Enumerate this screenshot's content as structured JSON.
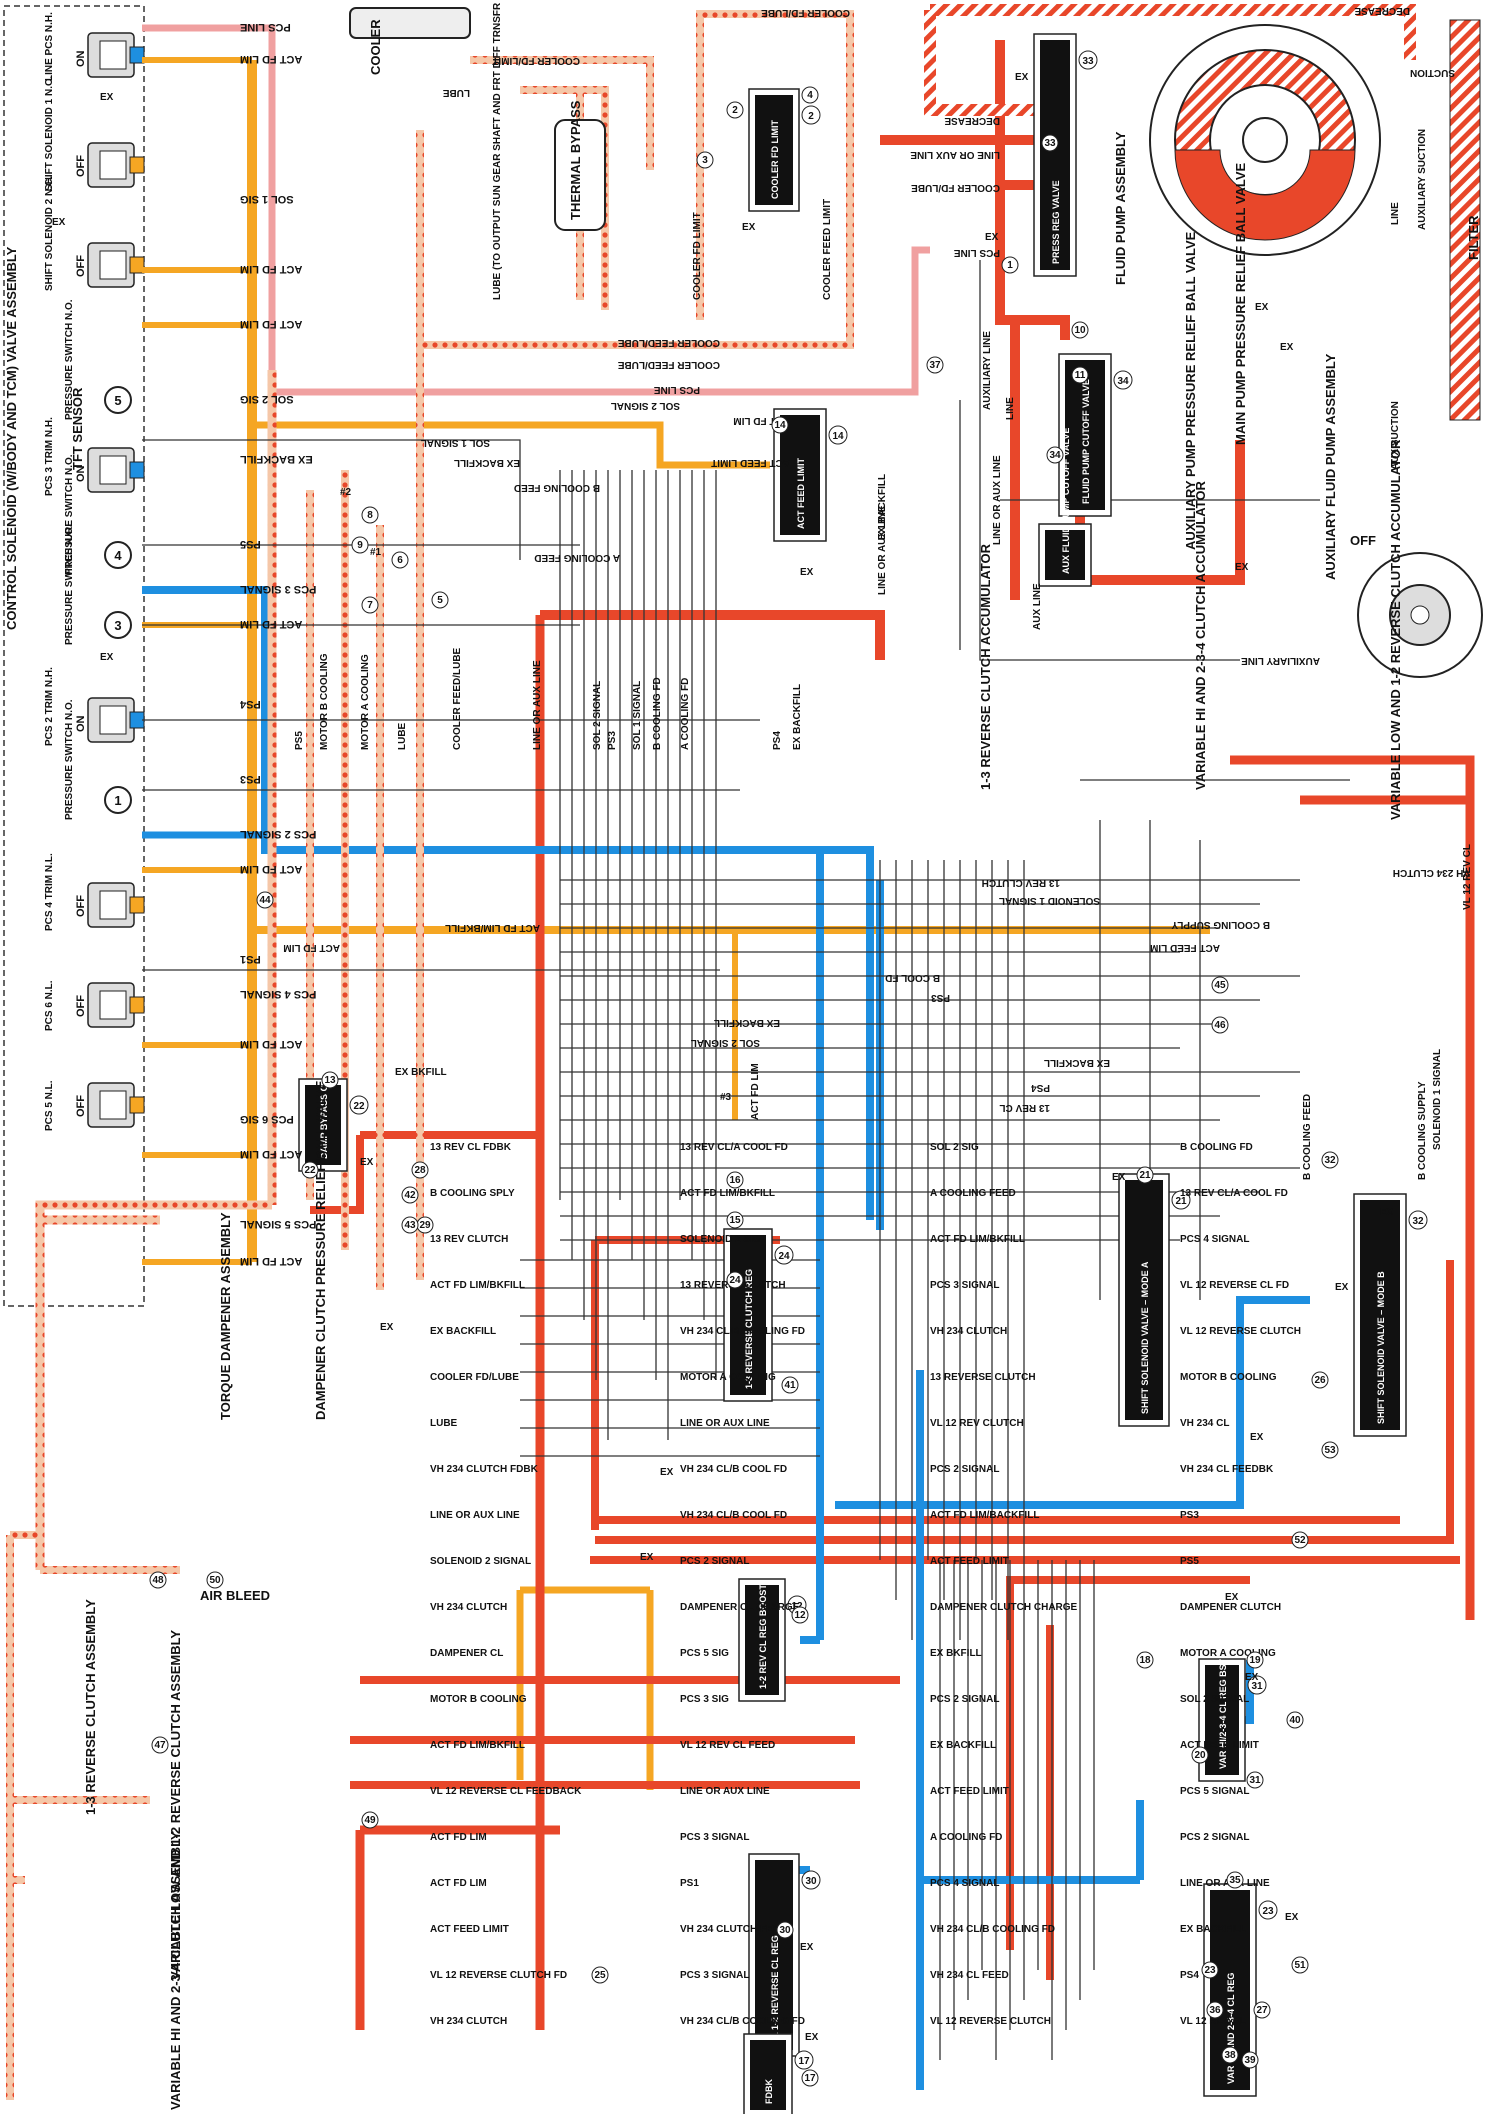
{
  "colors": {
    "line": "#e8472a",
    "act_fd_lim": "#f5a623",
    "signal": "#1e8fe0",
    "pcs_line": "#f0a0a0",
    "lube_dot_bg": "#f5c7a8",
    "exhaust": "#ffffff",
    "outline": "#222222"
  },
  "assembly_titles": {
    "control_solenoid": "CONTROL SOLENOID (W/BODY AND TCM) VALVE ASSEMBLY",
    "cooler": "COOLER",
    "fluid_pump": "FLUID PUMP ASSEMBLY",
    "filter": "FILTER",
    "main_pump_relief": "MAIN PUMP PRESSURE RELIEF BALL VALVE",
    "aux_pump_relief": "AUXILIARY PUMP PRESSURE RELIEF BALL VALVE",
    "aux_fluid_pump": "AUXILIARY FLUID PUMP ASSEMBLY",
    "aux_pump_state": "OFF",
    "torque_dampener": "TORQUE DAMPENER ASSEMBLY",
    "dampener_relief": "DAMPENER CLUTCH PRESSURE RELIEF BALL VALVE",
    "rev_13_clutch": "1-3 REVERSE CLUTCH ASSEMBLY",
    "var_low": "VARIABLE LOW AND 1-2 REVERSE CLUTCH ASSEMBLY",
    "var_hi": "VARIABLE HI AND 2-3-4 CLUTCH ASSEMBLY",
    "acc_13": "1-3 REVERSE CLUTCH ACCUMULATOR",
    "acc_hi": "VARIABLE HI AND 2-3-4 CLUTCH ACCUMULATOR",
    "acc_low": "VARIABLE LOW AND 1-2 REVERSE CLUTCH ACCUMULATOR",
    "thermal_bypass": "THERMAL BYPASS",
    "tft_sensor": "TFT SENSOR",
    "air_bleed": "AIR BLEED"
  },
  "solenoids": [
    {
      "name": "LINE PCS N.H.",
      "state": "ON"
    },
    {
      "name": "SHIFT SOLENOID 1 N.C.",
      "state": "OFF"
    },
    {
      "name": "SHIFT SOLENOID 2 N.C.",
      "state": "OFF"
    },
    {
      "name": "PRESSURE SWITCH N.O.",
      "number": "5"
    },
    {
      "name": "PCS 3 TRIM N.H.",
      "state": "ON"
    },
    {
      "name": "PRESSURE SWITCH N.O.",
      "number": "4"
    },
    {
      "name": "PRESSURE SWITCH N.O.",
      "number": "3"
    },
    {
      "name": "PCS 2 TRIM N.H.",
      "state": "ON"
    },
    {
      "name": "PRESSURE SWITCH N.O.",
      "number": "1"
    },
    {
      "name": "PCS 4 TRIM N.L.",
      "state": "OFF"
    },
    {
      "name": "PCS 6 N.L.",
      "state": "OFF"
    },
    {
      "name": "PCS 5 N.L.",
      "state": "OFF"
    }
  ],
  "valves": [
    {
      "label": "PRESS REG VALVE",
      "num": "33"
    },
    {
      "label": "COOLER FD LIMIT",
      "num": "2"
    },
    {
      "label": "FLUID PUMP CUTOFF VALVE",
      "num": "34"
    },
    {
      "label": "AUX FLUID PUMP CUTOFF VALVE",
      "num": ""
    },
    {
      "label": "ACT FEED LIMIT",
      "num": "14"
    },
    {
      "label": "DAMP BYPASS CL",
      "num": "22"
    },
    {
      "label": "1-3 REVERSE CLUTCH REG",
      "num": "24"
    },
    {
      "label": "SHIFT SOLENOID VALVE – MODE A",
      "num": "21"
    },
    {
      "label": "SHIFT SOLENOID VALVE – MODE B",
      "num": "32"
    },
    {
      "label": "1-2 REV CL REG BOOST",
      "num": "12"
    },
    {
      "label": "VAR HI/2-3-4 CL REG BST",
      "num": "31"
    },
    {
      "label": "VL 1-2 REVERSE CL REG",
      "num": "30"
    },
    {
      "label": "VAR HI AND 2-3-4 CL REG",
      "num": "23"
    },
    {
      "label": "FDBK",
      "num": "17"
    }
  ],
  "left_labels": [
    "PCS LINE",
    "ACT FD LIM",
    "SOL 1 SIG",
    "ACT FD LIM",
    "ACT FD LIM",
    "SOL 2 SIG",
    "EX BACKFILL",
    "PS5",
    "PCS 3 SIGNAL",
    "ACT FD LIM",
    "PS4",
    "PS3",
    "PCS 2 SIGNAL",
    "ACT FD LIM",
    "PS1",
    "PCS 4 SIGNAL",
    "ACT FD LIM",
    "PCS 6 SIG",
    "ACT FD LIM",
    "PCS 5 SIGNAL",
    "ACT FD LIM"
  ],
  "top_labels": [
    "COOLER FD/LUBE",
    "DECREASE",
    "SUCTION",
    "COOLER FD/LIMIT",
    "LUBE",
    "DECREASE",
    "LINE OR AUX LINE",
    "COOLER FD/LUBE",
    "PCS LINE",
    "COOLER FEED/LUBE",
    "COOLER FEED/LUBE",
    "PCS LINE",
    "SOL 2 SIGNAL",
    "SOL 1 SIGNAL",
    "ACT FD LIM",
    "ACT FEED LIMIT",
    "EX BACKFILL",
    "B COOLING FEED",
    "A COOLING FEED",
    "LUBE (TO OUTPUT SUN GEAR SHAFT AND FRT DIFF TRNSFR DRV GR FLUID PSG ASSM)",
    "COOLER FD LIMIT",
    "COOLER FEED LIMIT",
    "LINE",
    "AUXILIARY SUCTION",
    "AUX SUCTION",
    "LINE",
    "AUXILIARY LINE",
    "LINE OR AUX LINE",
    "EX BACKFILL",
    "LINE OR AUX LINE",
    "AUX LINE",
    "AUXILIARY LINE"
  ],
  "vertical_labels": [
    "PS5",
    "MOTOR B COOLING",
    "MOTOR A COOLING",
    "LUBE",
    "COOLER FEED/LUBE",
    "LINE OR AUX LINE",
    "SOL 2 SIGNAL",
    "SOL 1 SIGNAL",
    "B COOLING FD",
    "A COOLING FD",
    "PS4",
    "EX BACKFILL",
    "PS3"
  ],
  "mid_labels": [
    "13 REV CLUTCH",
    "SOLENOID 1 SIGNAL",
    "B COOLING SUPPLY",
    "ACT FD LIM/BKFILL",
    "ACT FEED LIM",
    "ACT FD LIM",
    "B COOL FD",
    "PS3",
    "EX BACKFILL",
    "SOL 2 SIGNAL",
    "EX BACKFILL",
    "PS4",
    "13 REV CL",
    "VH 234 CLUTCH",
    "VL 12 REV CL",
    "SOLENOID 1 SIGNAL",
    "B COOLING SUPPLY",
    "B COOLING FEED",
    "ACT FD LIM"
  ],
  "lower_labels": [
    "13 REV CL FDBK",
    "13 REV CL/A COOL FD",
    "SOL 2 SIG",
    "B COOLING FD",
    "B COOLING SPLY",
    "ACT FD LIM/BKFILL",
    "A COOLING FEED",
    "13 REV CL/A COOL FD",
    "13 REV CLUTCH",
    "SOLENOID 2 SIG",
    "ACT FD LIM/BKFILL",
    "PCS 4 SIGNAL",
    "ACT FD LIM/BKFILL",
    "13 REVERSE CLUTCH",
    "PCS 3 SIGNAL",
    "VL 12 REVERSE CL FD",
    "EX BACKFILL",
    "VH 234 CL/B COOLING FD",
    "VH 234 CLUTCH",
    "VL 12 REVERSE CLUTCH",
    "COOLER FD/LUBE",
    "MOTOR A COOLING",
    "13 REVERSE CLUTCH",
    "MOTOR B COOLING",
    "LUBE",
    "LINE OR AUX LINE",
    "VL 12 REV CLUTCH",
    "VH 234 CL",
    "VH 234 CLUTCH FDBK",
    "VH 234 CL/B COOL FD",
    "PCS 2 SIGNAL",
    "VH 234 CL FEEDBK",
    "LINE OR AUX LINE",
    "VH 234 CL/B COOL FD",
    "ACT FD LIM/BACKFILL",
    "PS3",
    "SOLENOID 2 SIGNAL",
    "PCS 2 SIGNAL",
    "ACT FEED LIMIT",
    "PS5",
    "VH 234 CLUTCH",
    "DAMPENER CL CHARGE",
    "DAMPENER CLUTCH CHARGE",
    "DAMPENER CLUTCH",
    "DAMPENER CL",
    "PCS 5 SIG",
    "EX BKFILL",
    "MOTOR A COOLING",
    "MOTOR B COOLING",
    "PCS 3 SIG",
    "PCS 2 SIGNAL",
    "SOL 2 SIGNAL",
    "ACT FD LIM/BKFILL",
    "VL 12 REV CL FEED",
    "EX BACKFILL",
    "ACT FEED LIMIT",
    "VL 12 REVERSE CL FEEDBACK",
    "LINE OR AUX LINE",
    "ACT FEED LIMIT",
    "PCS 5 SIGNAL",
    "ACT FD LIM",
    "PCS 3 SIGNAL",
    "A COOLING FD",
    "PCS 2 SIGNAL",
    "ACT FD LIM",
    "PS1",
    "PCS 4 SIGNAL",
    "LINE OR AUX LINE",
    "ACT FEED LIMIT",
    "VH 234 CLUTCH FEED",
    "VH 234 CL/B COOLING FD",
    "EX BACKFILL",
    "VL 12 REVERSE CLUTCH FD",
    "PCS 3 SIGNAL",
    "VH 234 CL FEED",
    "PS4",
    "VH 234 CLUTCH",
    "VH 234 CL/B COOLING FD",
    "VL 12 REVERSE CLUTCH",
    "VL 12 REV CL"
  ],
  "markers": {
    "ex": "EX",
    "ex_bkfill": "EX BKFILL",
    "check_1": "#1",
    "check_2": "#2",
    "check_3": "#3",
    "nums": [
      "1",
      "2",
      "3",
      "4",
      "5",
      "6",
      "7",
      "8",
      "9",
      "10",
      "11",
      "12",
      "13",
      "14",
      "15",
      "16",
      "17",
      "18",
      "19",
      "20",
      "21",
      "22",
      "23",
      "24",
      "25",
      "26",
      "27",
      "28",
      "29",
      "30",
      "31",
      "32",
      "33",
      "34",
      "35",
      "36",
      "37",
      "38",
      "39",
      "40",
      "41",
      "42",
      "43",
      "44",
      "45",
      "46",
      "47",
      "48",
      "49",
      "50",
      "51",
      "52",
      "53"
    ]
  }
}
